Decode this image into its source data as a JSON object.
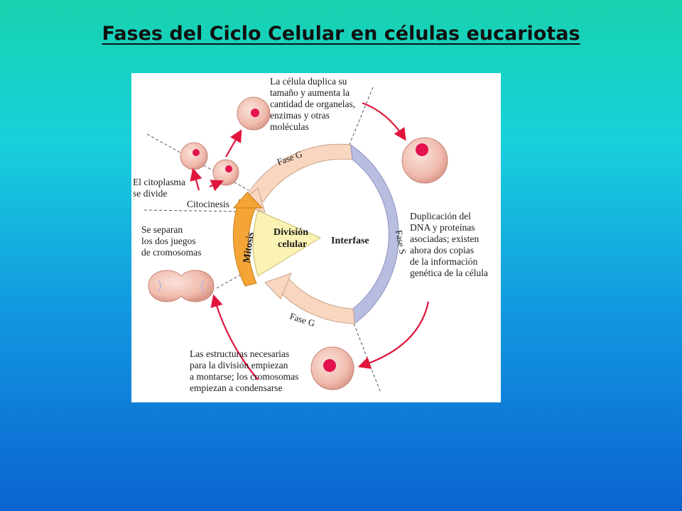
{
  "slide": {
    "title": "Fases del Ciclo Celular en células eucariotas"
  },
  "diagram": {
    "center": {
      "division": [
        "División",
        "celular"
      ],
      "interfase": "Interfase",
      "mitosis": "Mitosis"
    },
    "phases": {
      "g1": "Fase G",
      "s": "Fase S",
      "g2": "Fase G"
    },
    "notes": {
      "g1_growth": [
        "La célula duplica su",
        "tamaño y aumenta la",
        "cantidad de organelas,",
        "enzimas y otras",
        "moléculas"
      ],
      "s_replication": [
        "Duplicación del",
        "DNA y proteínas",
        "asociadas; existen",
        "ahora dos copias",
        "de la información",
        "genética de la célula"
      ],
      "g2_prep": [
        "Las estructuras necesarias",
        "para la división empiezan",
        "a montarse; los cromosomas",
        "empiezan a condensarse"
      ],
      "cytoplasm": [
        "El citoplasma",
        "se divide"
      ],
      "citocinesis": "Citocinesis",
      "chromosomes": [
        "Se separan",
        "los dos juegos",
        "de cromosomas"
      ]
    },
    "colors": {
      "g_phase_fill": "#f9d6bf",
      "s_phase_fill": "#b9bde0",
      "mitosis_fill": "#f4a536",
      "division_fill": "#fbf3b3",
      "cell_fill": "#f2c2b7",
      "nucleus": "#e4124f",
      "arrow_red": "#e0143c"
    }
  }
}
